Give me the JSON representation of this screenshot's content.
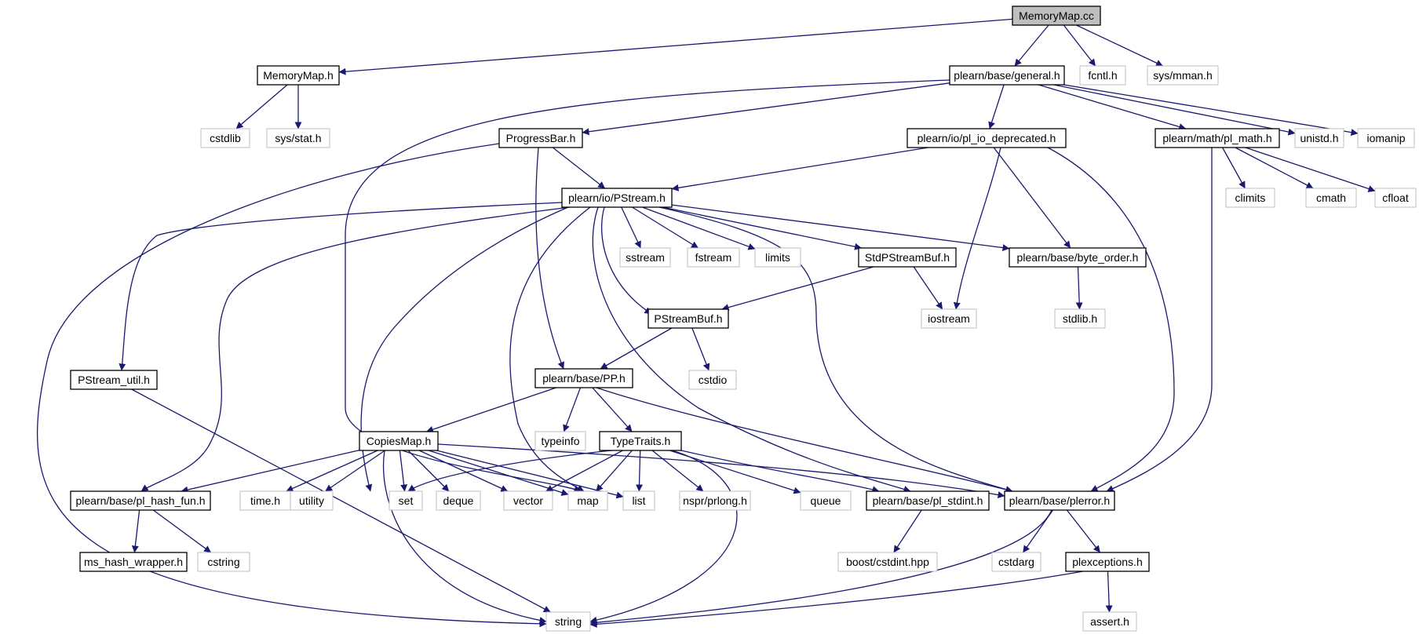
{
  "colors": {
    "edge": "#191970",
    "documented_border": "#000000",
    "external_border": "#bfbfbf",
    "root_fill": "#bfbfbf"
  },
  "nodes": [
    {
      "id": "memorymap_cc",
      "label": "MemoryMap.cc",
      "kind": "root"
    },
    {
      "id": "memorymap_h",
      "label": "MemoryMap.h",
      "kind": "documented"
    },
    {
      "id": "general_h",
      "label": "plearn/base/general.h",
      "kind": "documented"
    },
    {
      "id": "fcntl_h",
      "label": "fcntl.h",
      "kind": "external"
    },
    {
      "id": "sys_mman_h",
      "label": "sys/mman.h",
      "kind": "external"
    },
    {
      "id": "cstdlib",
      "label": "cstdlib",
      "kind": "external"
    },
    {
      "id": "sys_stat_h",
      "label": "sys/stat.h",
      "kind": "external"
    },
    {
      "id": "progressbar_h",
      "label": "ProgressBar.h",
      "kind": "documented"
    },
    {
      "id": "pl_io_deprecated_h",
      "label": "plearn/io/pl_io_deprecated.h",
      "kind": "documented"
    },
    {
      "id": "pl_math_h",
      "label": "plearn/math/pl_math.h",
      "kind": "documented"
    },
    {
      "id": "unistd_h",
      "label": "unistd.h",
      "kind": "external"
    },
    {
      "id": "iomanip",
      "label": "iomanip",
      "kind": "external"
    },
    {
      "id": "pstream_h",
      "label": "plearn/io/PStream.h",
      "kind": "documented"
    },
    {
      "id": "climits",
      "label": "climits",
      "kind": "external"
    },
    {
      "id": "cmath",
      "label": "cmath",
      "kind": "external"
    },
    {
      "id": "cfloat",
      "label": "cfloat",
      "kind": "external"
    },
    {
      "id": "sstream",
      "label": "sstream",
      "kind": "external"
    },
    {
      "id": "fstream",
      "label": "fstream",
      "kind": "external"
    },
    {
      "id": "limits",
      "label": "limits",
      "kind": "external"
    },
    {
      "id": "stdpstreambuf_h",
      "label": "StdPStreamBuf.h",
      "kind": "documented"
    },
    {
      "id": "byte_order_h",
      "label": "plearn/base/byte_order.h",
      "kind": "documented"
    },
    {
      "id": "pstreambuf_h",
      "label": "PStreamBuf.h",
      "kind": "documented"
    },
    {
      "id": "iostream",
      "label": "iostream",
      "kind": "external"
    },
    {
      "id": "stdlib_h",
      "label": "stdlib.h",
      "kind": "external"
    },
    {
      "id": "pstream_util_h",
      "label": "PStream_util.h",
      "kind": "documented"
    },
    {
      "id": "pp_h",
      "label": "plearn/base/PP.h",
      "kind": "documented"
    },
    {
      "id": "cstdio",
      "label": "cstdio",
      "kind": "external"
    },
    {
      "id": "copiesmap_h",
      "label": "CopiesMap.h",
      "kind": "documented"
    },
    {
      "id": "typeinfo",
      "label": "typeinfo",
      "kind": "external"
    },
    {
      "id": "typetraits_h",
      "label": "TypeTraits.h",
      "kind": "documented"
    },
    {
      "id": "pl_hash_fun_h",
      "label": "plearn/base/pl_hash_fun.h",
      "kind": "documented"
    },
    {
      "id": "time_h",
      "label": "time.h",
      "kind": "external"
    },
    {
      "id": "utility",
      "label": "utility",
      "kind": "external"
    },
    {
      "id": "set",
      "label": "set",
      "kind": "external"
    },
    {
      "id": "deque",
      "label": "deque",
      "kind": "external"
    },
    {
      "id": "vector",
      "label": "vector",
      "kind": "external"
    },
    {
      "id": "map",
      "label": "map",
      "kind": "external"
    },
    {
      "id": "list",
      "label": "list",
      "kind": "external"
    },
    {
      "id": "nspr_prlong_h",
      "label": "nspr/prlong.h",
      "kind": "external"
    },
    {
      "id": "queue",
      "label": "queue",
      "kind": "external"
    },
    {
      "id": "pl_stdint_h",
      "label": "plearn/base/pl_stdint.h",
      "kind": "documented"
    },
    {
      "id": "plerror_h",
      "label": "plearn/base/plerror.h",
      "kind": "documented"
    },
    {
      "id": "ms_hash_wrapper_h",
      "label": "ms_hash_wrapper.h",
      "kind": "documented"
    },
    {
      "id": "cstring",
      "label": "cstring",
      "kind": "external"
    },
    {
      "id": "boost_cstdint_hpp",
      "label": "boost/cstdint.hpp",
      "kind": "external"
    },
    {
      "id": "cstdarg",
      "label": "cstdarg",
      "kind": "external"
    },
    {
      "id": "plexceptions_h",
      "label": "plexceptions.h",
      "kind": "documented"
    },
    {
      "id": "string",
      "label": "string",
      "kind": "external"
    },
    {
      "id": "assert_h",
      "label": "assert.h",
      "kind": "external"
    }
  ],
  "edges": [
    [
      "memorymap_cc",
      "memorymap_h"
    ],
    [
      "memorymap_cc",
      "general_h"
    ],
    [
      "memorymap_cc",
      "fcntl_h"
    ],
    [
      "memorymap_cc",
      "sys_mman_h"
    ],
    [
      "memorymap_h",
      "cstdlib"
    ],
    [
      "memorymap_h",
      "sys_stat_h"
    ],
    [
      "general_h",
      "progressbar_h"
    ],
    [
      "general_h",
      "pl_io_deprecated_h"
    ],
    [
      "general_h",
      "pl_math_h"
    ],
    [
      "general_h",
      "unistd_h"
    ],
    [
      "general_h",
      "iomanip"
    ],
    [
      "general_h",
      "map"
    ],
    [
      "progressbar_h",
      "pstream_h"
    ],
    [
      "progressbar_h",
      "pp_h"
    ],
    [
      "progressbar_h",
      "string"
    ],
    [
      "pl_io_deprecated_h",
      "pstream_h"
    ],
    [
      "pl_io_deprecated_h",
      "byte_order_h"
    ],
    [
      "pl_io_deprecated_h",
      "iostream"
    ],
    [
      "pl_io_deprecated_h",
      "plerror_h"
    ],
    [
      "pl_math_h",
      "climits"
    ],
    [
      "pl_math_h",
      "cmath"
    ],
    [
      "pl_math_h",
      "cfloat"
    ],
    [
      "pl_math_h",
      "plerror_h"
    ],
    [
      "pstream_h",
      "sstream"
    ],
    [
      "pstream_h",
      "fstream"
    ],
    [
      "pstream_h",
      "limits"
    ],
    [
      "pstream_h",
      "stdpstreambuf_h"
    ],
    [
      "pstream_h",
      "byte_order_h"
    ],
    [
      "pstream_h",
      "pstreambuf_h"
    ],
    [
      "pstream_h",
      "pstream_util_h"
    ],
    [
      "pstream_h",
      "pl_hash_fun_h"
    ],
    [
      "pstream_h",
      "set"
    ],
    [
      "pstream_h",
      "map"
    ],
    [
      "pstream_h",
      "pl_stdint_h"
    ],
    [
      "pstream_h",
      "plerror_h"
    ],
    [
      "stdpstreambuf_h",
      "pstreambuf_h"
    ],
    [
      "stdpstreambuf_h",
      "iostream"
    ],
    [
      "byte_order_h",
      "stdlib_h"
    ],
    [
      "pstreambuf_h",
      "pp_h"
    ],
    [
      "pstreambuf_h",
      "cstdio"
    ],
    [
      "pstream_util_h",
      "string"
    ],
    [
      "pp_h",
      "copiesmap_h"
    ],
    [
      "pp_h",
      "typeinfo"
    ],
    [
      "pp_h",
      "typetraits_h"
    ],
    [
      "pp_h",
      "plerror_h"
    ],
    [
      "copiesmap_h",
      "pl_hash_fun_h"
    ],
    [
      "copiesmap_h",
      "time_h"
    ],
    [
      "copiesmap_h",
      "utility"
    ],
    [
      "copiesmap_h",
      "set"
    ],
    [
      "copiesmap_h",
      "deque"
    ],
    [
      "copiesmap_h",
      "vector"
    ],
    [
      "copiesmap_h",
      "map"
    ],
    [
      "copiesmap_h",
      "list"
    ],
    [
      "copiesmap_h",
      "plerror_h"
    ],
    [
      "copiesmap_h",
      "string"
    ],
    [
      "typetraits_h",
      "set"
    ],
    [
      "typetraits_h",
      "vector"
    ],
    [
      "typetraits_h",
      "map"
    ],
    [
      "typetraits_h",
      "list"
    ],
    [
      "typetraits_h",
      "nspr_prlong_h"
    ],
    [
      "typetraits_h",
      "queue"
    ],
    [
      "typetraits_h",
      "pl_stdint_h"
    ],
    [
      "typetraits_h",
      "string"
    ],
    [
      "pl_hash_fun_h",
      "ms_hash_wrapper_h"
    ],
    [
      "pl_hash_fun_h",
      "cstring"
    ],
    [
      "pl_stdint_h",
      "boost_cstdint_hpp"
    ],
    [
      "plerror_h",
      "cstdarg"
    ],
    [
      "plerror_h",
      "plexceptions_h"
    ],
    [
      "plerror_h",
      "string"
    ],
    [
      "plexceptions_h",
      "assert_h"
    ],
    [
      "plexceptions_h",
      "string"
    ]
  ]
}
